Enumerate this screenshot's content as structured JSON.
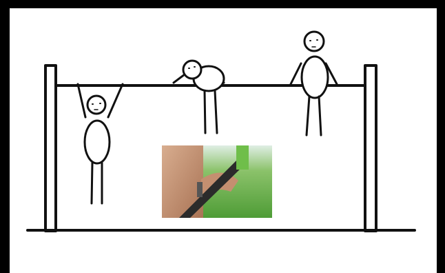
{
  "illustration": {
    "figures": [
      {
        "pose": "dead-hang"
      },
      {
        "pose": "transition-over-bar"
      },
      {
        "pose": "straight-arm-support"
      }
    ],
    "inset_photo": {
      "subject": "hands-gripping-bar"
    },
    "colors": {
      "frame": "#000000",
      "background": "#ffffff",
      "ink": "#111111",
      "photo_grass": "#5fae3e",
      "photo_skin": "#c79a7a"
    }
  }
}
